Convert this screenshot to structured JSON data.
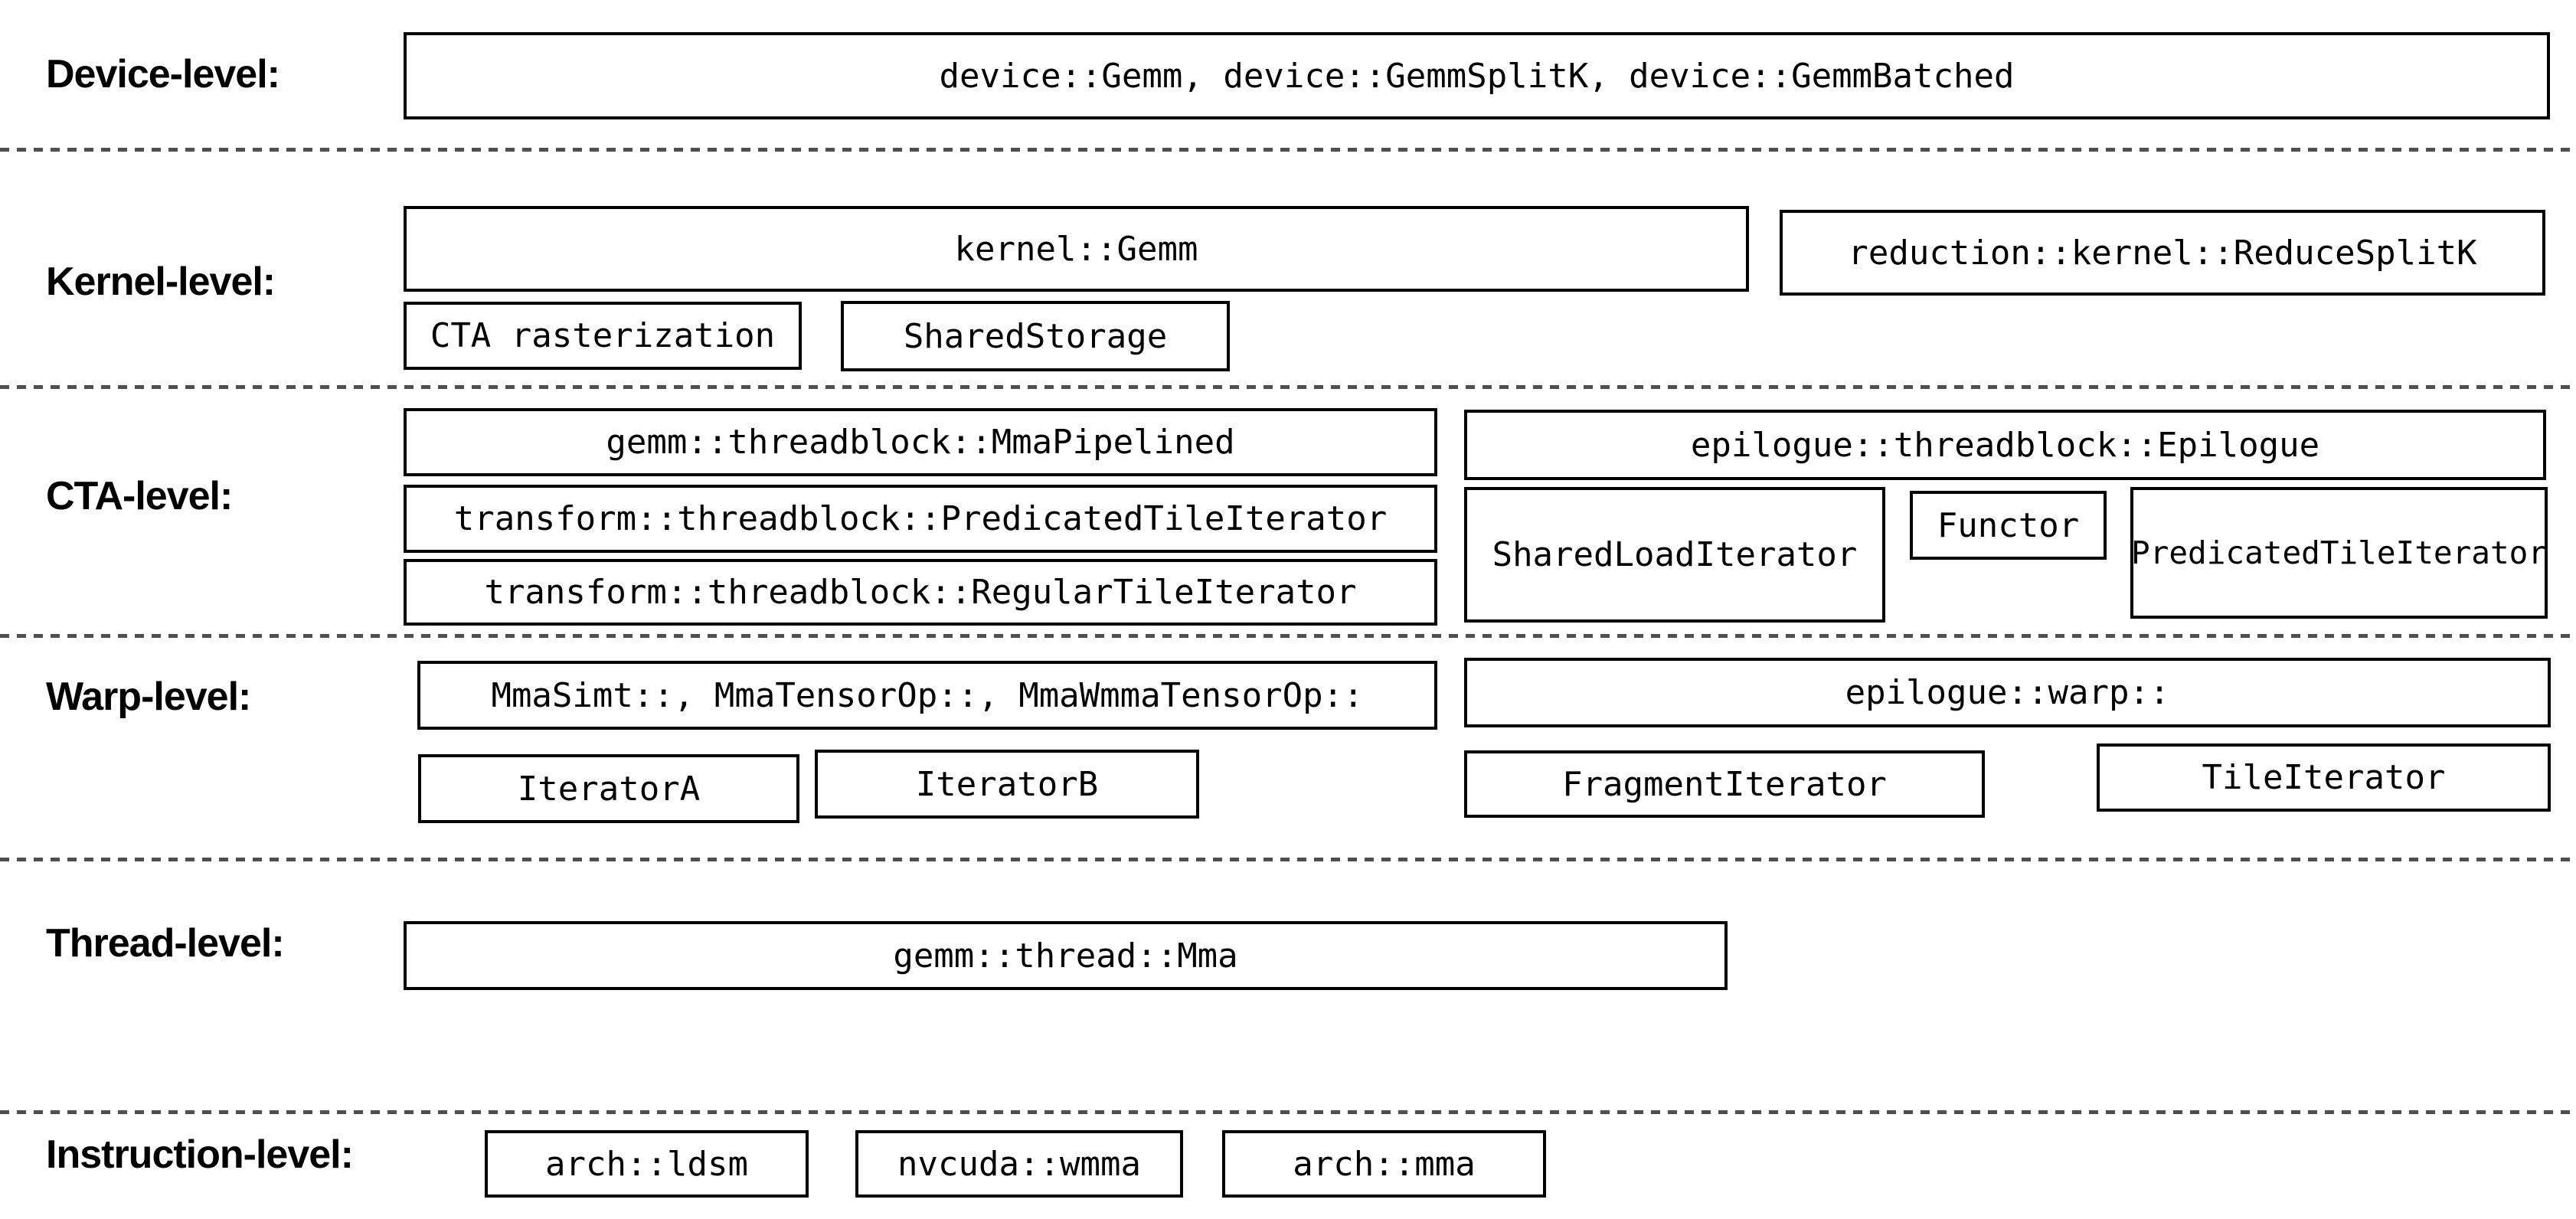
{
  "diagram_title": "CUTLASS GEMM component hierarchy",
  "colors": {
    "background": "#ffffff",
    "box_border": "#000000",
    "text": "#000000",
    "separator_dash": "#4f4f4f"
  },
  "labels": {
    "device": "Device-level:",
    "kernel": "Kernel-level:",
    "cta": "CTA-level:",
    "warp": "Warp-level:",
    "thread": "Thread-level:",
    "instruction": "Instruction-level:"
  },
  "boxes": {
    "device_gemm": "device::Gemm, device::GemmSplitK, device::GemmBatched",
    "kernel_gemm": "kernel::Gemm",
    "reduce_splitk": "reduction::kernel::ReduceSplitK",
    "cta_rasterization": "CTA rasterization",
    "shared_storage": "SharedStorage",
    "mma_pipelined": "gemm::threadblock::MmaPipelined",
    "transform_predicated_tile_iterator": "transform::threadblock::PredicatedTileIterator",
    "transform_regular_tile_iterator": "transform::threadblock::RegularTileIterator",
    "epilogue_threadblock": "epilogue::threadblock::Epilogue",
    "shared_load_iterator": "SharedLoadIterator",
    "functor": "Functor",
    "epilogue_predicated_tile_iterator": "PredicatedTileIterator",
    "warp_mma": "MmaSimt::, MmaTensorOp::, MmaWmmaTensorOp::",
    "iterator_a": "IteratorA",
    "iterator_b": "IteratorB",
    "epilogue_warp": "epilogue::warp::",
    "fragment_iterator": "FragmentIterator",
    "tile_iterator": "TileIterator",
    "thread_mma": "gemm::thread::Mma",
    "arch_ldsm": "arch::ldsm",
    "nvcuda_wmma": "nvcuda::wmma",
    "arch_mma": "arch::mma"
  }
}
